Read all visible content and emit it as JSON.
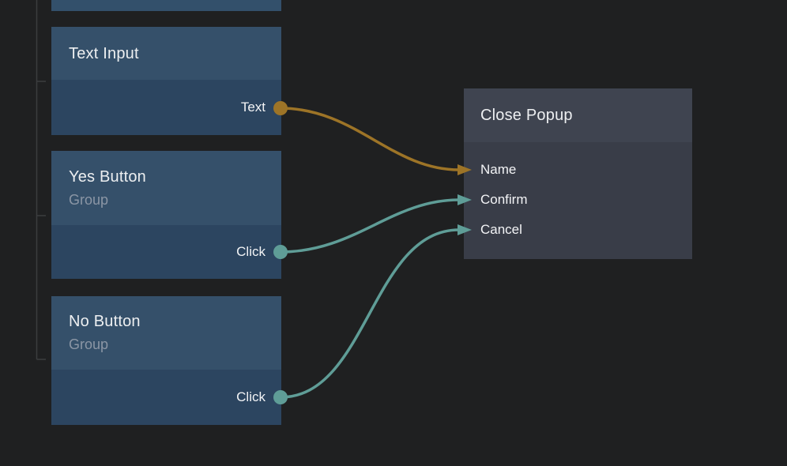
{
  "canvas": {
    "background": "#1f2021"
  },
  "colors": {
    "node_header_blue": "#35506a",
    "node_body_blue": "#2c4560",
    "popup_header_gray": "#3f4450",
    "popup_body_gray": "#393d48",
    "title_text": "#edeff1",
    "subtitle_text": "#8b96a5",
    "port_label_text": "#f3f4f6",
    "wire_orange": "#9d7427",
    "wire_teal": "#5f9d97",
    "guide_line": "#3b3d3f"
  },
  "nodes": {
    "text_input": {
      "title": "Text Input",
      "outputs": [
        {
          "label": "Text"
        }
      ]
    },
    "yes_button": {
      "title": "Yes Button",
      "subtitle": "Group",
      "outputs": [
        {
          "label": "Click"
        }
      ]
    },
    "no_button": {
      "title": "No Button",
      "subtitle": "Group",
      "outputs": [
        {
          "label": "Click"
        }
      ]
    },
    "close_popup": {
      "title": "Close Popup",
      "inputs": [
        {
          "label": "Name"
        },
        {
          "label": "Confirm"
        },
        {
          "label": "Cancel"
        }
      ]
    }
  },
  "connections": [
    {
      "from": "Text Input.Text",
      "to": "Close Popup.Name",
      "color": "#9d7427"
    },
    {
      "from": "Yes Button.Click",
      "to": "Close Popup.Confirm",
      "color": "#5f9d97"
    },
    {
      "from": "No Button.Click",
      "to": "Close Popup.Cancel",
      "color": "#5f9d97"
    }
  ]
}
